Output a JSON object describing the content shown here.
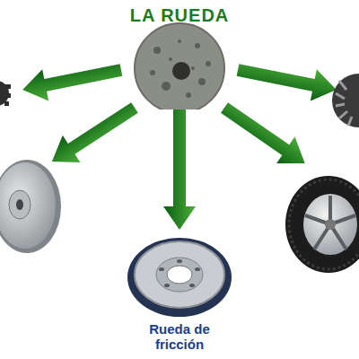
{
  "diagram": {
    "nodes": [
      {
        "text": [
          "LA RUEDA"
        ]
      },
      {
        "text": [
          "Rueda de fricción"
        ]
      }
    ],
    "edges": [
      {
        "from": 0,
        "to": 1,
        "arrow": "to"
      }
    ]
  }
}
